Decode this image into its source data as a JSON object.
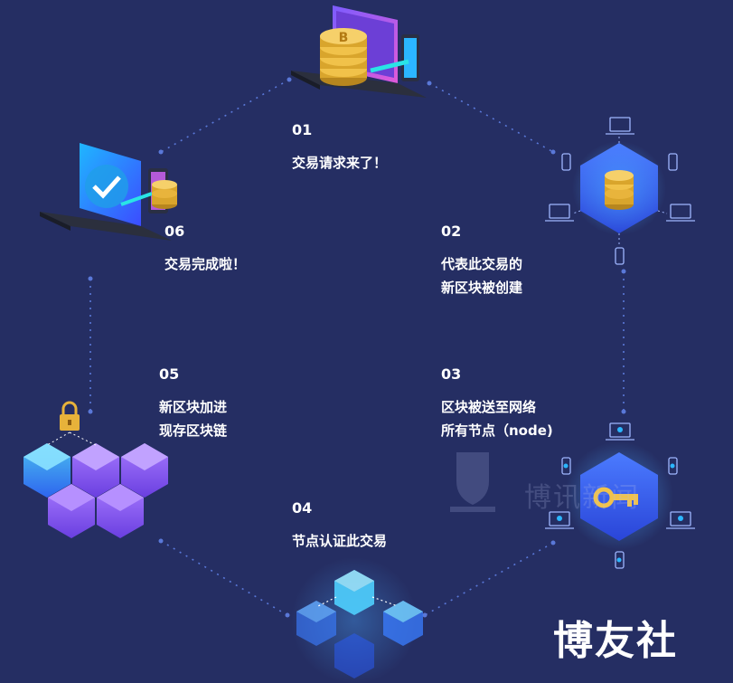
{
  "steps": [
    {
      "num": "01",
      "lines": [
        "交易请求来了！"
      ]
    },
    {
      "num": "02",
      "lines": [
        "代表此交易的",
        "新区块被创建"
      ]
    },
    {
      "num": "03",
      "lines": [
        "区块被送至网络",
        "所有节点（node)"
      ]
    },
    {
      "num": "04",
      "lines": [
        "节点认证此交易"
      ]
    },
    {
      "num": "05",
      "lines": [
        "新区块加进",
        "现存区块链"
      ]
    },
    {
      "num": "06",
      "lines": [
        "交易完成啦！"
      ]
    }
  ],
  "watermark": "博讯新闻",
  "brand": "博友社",
  "colors": {
    "background": "#252e63",
    "accent_blue": "#3b6cff",
    "accent_purple": "#8b5cf6",
    "gold": "#e7b23a"
  },
  "icons": [
    "laptop-coin-icon",
    "network-hexagon-icon",
    "network-key-icon",
    "validation-cubes-icon",
    "blockchain-lock-icon",
    "laptop-check-icon"
  ]
}
